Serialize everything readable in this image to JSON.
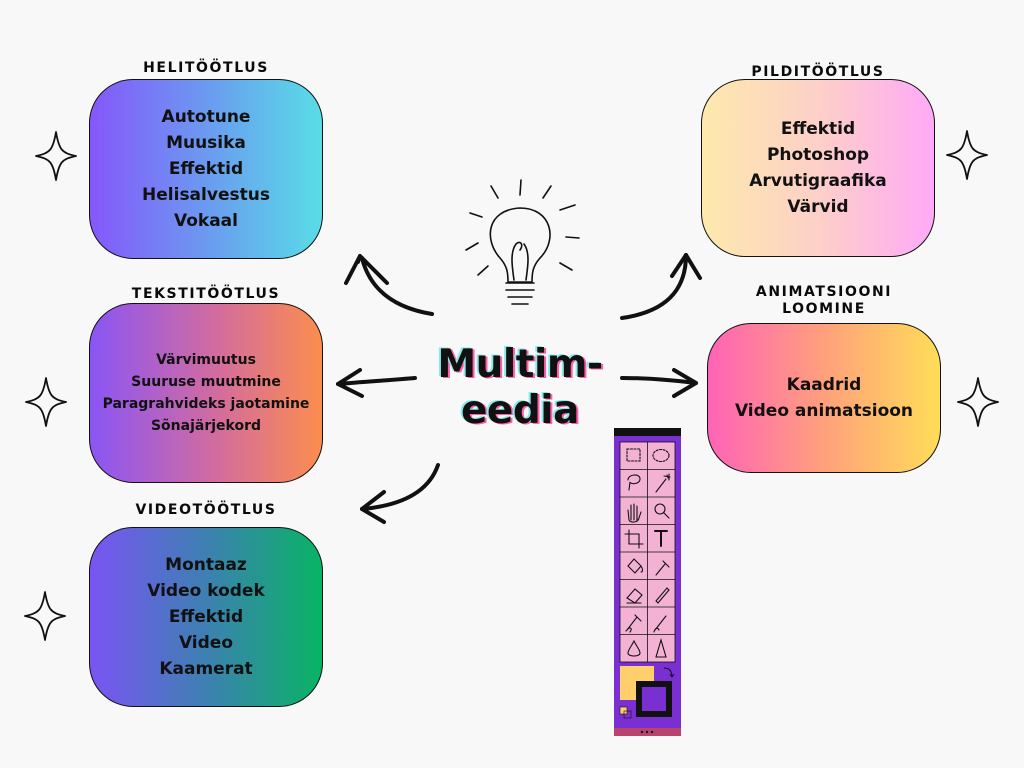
{
  "center": {
    "line1": "Multim-",
    "line2": "eedia"
  },
  "sections": {
    "heli": {
      "title": "HELITÖÖTLUS",
      "items": [
        "Autotune",
        "Muusika",
        "Effektid",
        "Helisalvestus",
        "Vokaal"
      ]
    },
    "teksti": {
      "title": "TEKSTITÖÖTLUS",
      "items": [
        "Värvimuutus",
        "Suuruse muutmine",
        "Paragrahvideks jaotamine",
        "Sõnajärjekord"
      ]
    },
    "video": {
      "title": "VIDEOTÖÖTLUS",
      "items": [
        "Montaaz",
        "Video kodek",
        "Effektid",
        "Video",
        "Kaamerat"
      ]
    },
    "pildi": {
      "title": "PILDITÖÖTLUS",
      "items": [
        "Effektid",
        "Photoshop",
        "Arvutigraafika",
        "Värvid"
      ]
    },
    "anim": {
      "title_line1": "ANIMATSIOONI",
      "title_line2": "LOOMINE",
      "items": [
        "Kaadrid",
        "Video animatsioon"
      ]
    }
  },
  "icons": {
    "decor": [
      "sparkle-icon",
      "lightbulb-icon",
      "arrow-icon",
      "image-editor-toolbar"
    ],
    "toolbar_tools": [
      "marquee-rect-icon",
      "marquee-ellipse-icon",
      "lasso-icon",
      "magic-wand-icon",
      "hand-icon",
      "zoom-icon",
      "crop-icon",
      "type-icon",
      "paint-bucket-icon",
      "eyedropper-icon",
      "eraser-icon",
      "pencil-icon",
      "healing-icon",
      "brush-icon",
      "blur-icon",
      "sharpen-icon"
    ]
  },
  "colors": {
    "toolbar_frame": "#7a2fd2",
    "toolbar_grid": "#f3b2d4",
    "swatch_foreground": "#ffcf6b",
    "swatch_background": "#7a2fd2"
  }
}
